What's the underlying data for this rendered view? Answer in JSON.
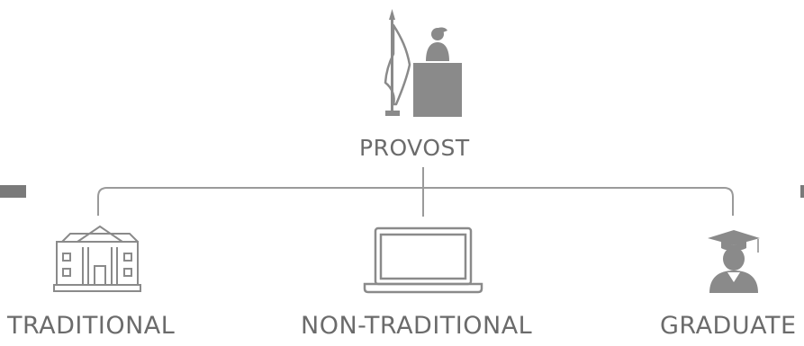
{
  "nodes": {
    "root": {
      "label": "PROVOST",
      "icon": "podium-speaker-icon"
    },
    "children": [
      {
        "label": "TRADITIONAL",
        "icon": "university-building-icon"
      },
      {
        "label": "NON-TRADITIONAL",
        "icon": "laptop-icon"
      },
      {
        "label": "GRADUATE",
        "icon": "graduate-icon"
      }
    ]
  },
  "colors": {
    "icon": "#8a8a8a",
    "line": "#9a9a9a",
    "text": "#6b6b6b",
    "side_bar": "#7a7a7a"
  }
}
